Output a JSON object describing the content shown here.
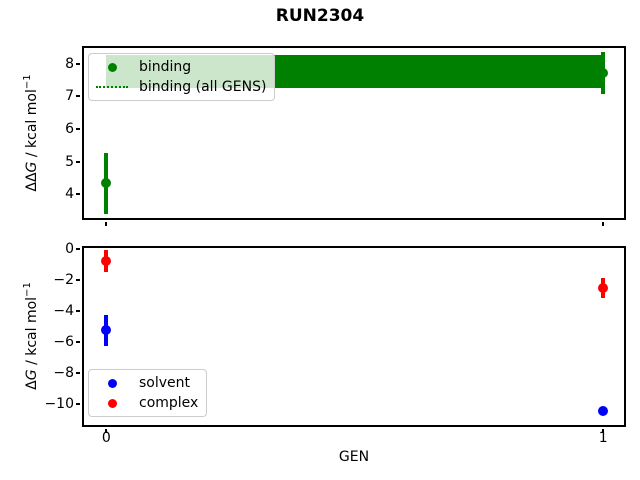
{
  "figure": {
    "title": "RUN2304",
    "background": "#ffffff"
  },
  "colors": {
    "binding": "#008000",
    "solvent": "#0000ff",
    "complex": "#ff0000",
    "axis": "#000000",
    "legend_border": "#cccccc"
  },
  "chart_data": [
    {
      "type": "scatter",
      "panel": "top",
      "ylabel_parts": {
        "dd": "ΔΔ",
        "sym": "G",
        "rest": " / kcal mol",
        "sup": "−1"
      },
      "xlim": [
        -0.045,
        1.05
      ],
      "ylim": [
        3.14,
        8.49
      ],
      "yticks": [
        4,
        5,
        6,
        7,
        8
      ],
      "ytick_labels": [
        "4",
        "5",
        "6",
        "7",
        "8"
      ],
      "xticks": [
        0,
        1
      ],
      "xtick_labels": [
        "",
        ""
      ],
      "grid": false,
      "series": [
        {
          "name": "binding",
          "color": "#008000",
          "x": [
            0,
            1
          ],
          "y": [
            4.33,
            7.72
          ],
          "yerr": [
            0.93,
            0.65
          ]
        }
      ],
      "band": {
        "name": "binding (all GENS)",
        "color": "#008000",
        "x": [
          0,
          1
        ],
        "ymin": 7.25,
        "ymax": 8.28,
        "mean": 7.78
      },
      "legend": {
        "position": "upper left",
        "entries": [
          {
            "label": "binding",
            "marker": "circle",
            "color": "#008000"
          },
          {
            "label": "binding (all GENS)",
            "marker": "dotted-line",
            "color": "#008000"
          }
        ]
      }
    },
    {
      "type": "scatter",
      "panel": "bottom",
      "ylabel_parts": {
        "dd": "Δ",
        "sym": "G",
        "rest": " / kcal mol",
        "sup": "−1"
      },
      "xlabel": "GEN",
      "xlim": [
        -0.045,
        1.05
      ],
      "ylim": [
        -11.6,
        0.05
      ],
      "yticks": [
        0,
        -2,
        -4,
        -6,
        -8,
        -10
      ],
      "ytick_labels": [
        "0",
        "−2",
        "−4",
        "−6",
        "−8",
        "−10"
      ],
      "xticks": [
        0,
        1
      ],
      "xtick_labels": [
        "0",
        "1"
      ],
      "grid": false,
      "series": [
        {
          "name": "solvent",
          "color": "#0000ff",
          "x": [
            0,
            1
          ],
          "y": [
            -5.25,
            -10.45
          ],
          "yerr": [
            1.0,
            0.2
          ]
        },
        {
          "name": "complex",
          "color": "#ff0000",
          "x": [
            0,
            1
          ],
          "y": [
            -0.8,
            -2.55
          ],
          "yerr": [
            0.7,
            0.65
          ]
        }
      ],
      "legend": {
        "position": "lower left",
        "entries": [
          {
            "label": "solvent",
            "marker": "circle",
            "color": "#0000ff"
          },
          {
            "label": "complex",
            "marker": "circle",
            "color": "#ff0000"
          }
        ]
      }
    }
  ]
}
